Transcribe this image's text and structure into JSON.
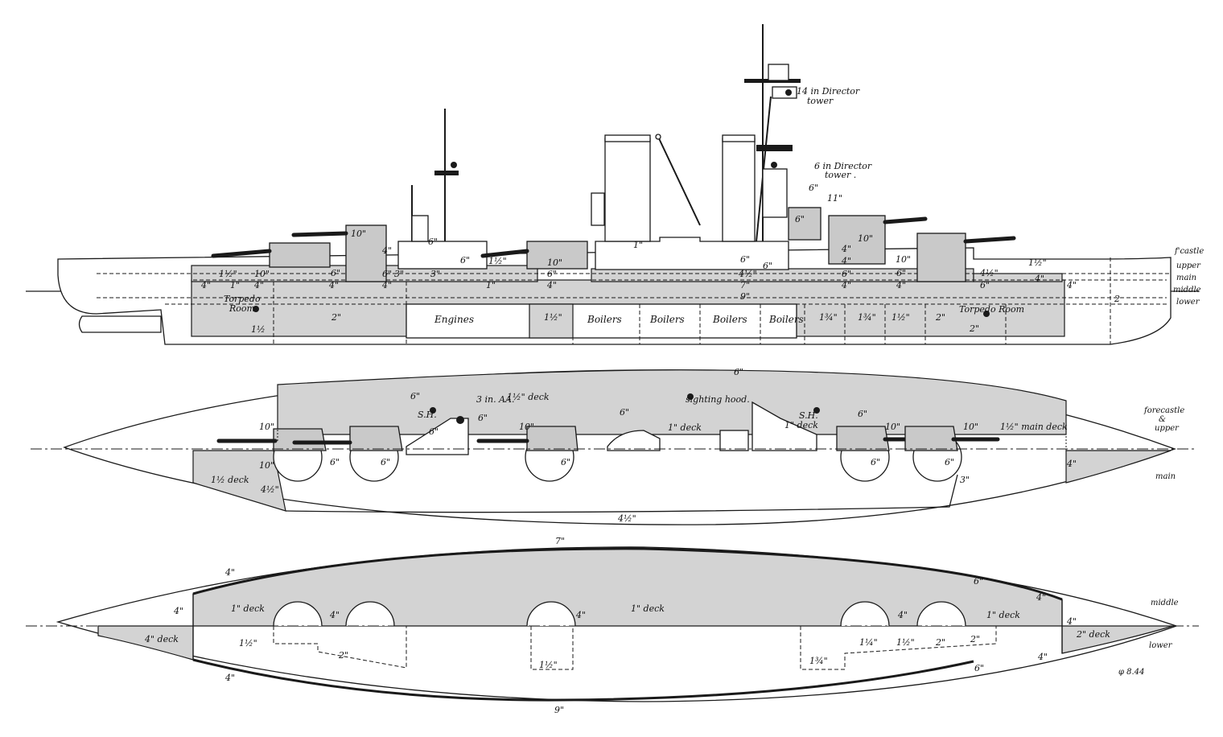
{
  "colors": {
    "background": "#ffffff",
    "ink": "#1a1a1a",
    "armour_fill": "#d3d3d3",
    "turret_fill": "#c9c9c9"
  },
  "profile": {
    "director_14in": "14 in Director",
    "director_14in_2": "tower",
    "director_6in": "6 in Director",
    "director_6in_2": "tower .",
    "torpedo_room_fwd_1": "Torpedo",
    "torpedo_room_fwd_2": "Room",
    "torpedo_room_aft": "Torpedo Room",
    "engines": "Engines",
    "boilers": [
      "Boilers",
      "Boilers",
      "Boilers",
      "Boilers"
    ],
    "deck_labels": [
      "f'castle",
      "upper",
      "main",
      "middle",
      "lower"
    ],
    "thickness": {
      "t_1_5_fwd": "1½\"",
      "t_10_a": "10\"",
      "t_4_a": "4\"",
      "t_1_a": "1\"",
      "t_4_b": "4\"",
      "t_10_b": "10\"",
      "t_6_a": "6\"",
      "t_4_c": "4\"",
      "t_4_d": "4\"",
      "t_6_b": "6\"",
      "t_3_a": "3\"",
      "t_4_e": "4\"",
      "t_6_c": "6\"",
      "t_3_b": "3\"",
      "t_6_d": "6\"",
      "t_1_5_b": "1½\"",
      "t_10_c": "10\"",
      "t_6_e": "6\"",
      "t_4_f": "4\"",
      "t_1_b": "1\"",
      "t_1_c": "1\"",
      "t_4_5": "4½\"",
      "t_7": "7\"",
      "t_9": "9\"",
      "t_6_f": "6\"",
      "t_6_g": "6\"",
      "t_6_h": "6\"",
      "t_11": "11\"",
      "t_6_i": "6\"",
      "t_4_g": "4\"",
      "t_10_d": "10\"",
      "t_4_h": "4\"",
      "t_6_j": "6\"",
      "t_4_i": "4\"",
      "t_10_e": "10\"",
      "t_6_k": "6\"",
      "t_4_j": "4\"",
      "t_4_5_b": "4½\"",
      "t_6_l": "6\"",
      "t_1_5_c": "1½\"",
      "t_4_k": "4\"",
      "t_4_l": "4\"",
      "t_2_a": "2",
      "t_2_b": "2\"",
      "t_1_5_d": "1½",
      "t_1_5_e": "1½\"",
      "t_1_75_a": "1¾\"",
      "t_1_75_b": "1¾\"",
      "t_1_5_f": "1½\"",
      "t_2_c": "2\"",
      "t_2_d": "2\""
    }
  },
  "upper_plan": {
    "deck_label_1": "forecastle",
    "deck_label_2": "&",
    "deck_label_3": "upper",
    "deck_label_4": "main",
    "labels": {
      "a": "1½\" deck",
      "b": "1\" deck",
      "c": "1\" deck",
      "d": "1½\" main deck",
      "e": "1½ deck",
      "f": "sighting hood.",
      "g": "3 in. AA.",
      "h": "S.H.",
      "i": "S.H.",
      "j": "6\"",
      "k": "6\"",
      "l": "6\"",
      "m": "6\"",
      "n": "6\"",
      "o": "6\"",
      "p": "6\"",
      "q": "6\"",
      "r": "6\"",
      "s": "6\"",
      "t": "6\"",
      "u": "10\"",
      "v": "10\"",
      "w": "10\"",
      "x": "10\"",
      "y": "10\"",
      "z": "4\"",
      "aa": "4½\"",
      "ab": "4½\"",
      "ac": "3\""
    }
  },
  "lower_plan": {
    "deck_middle": "middle",
    "deck_lower": "lower",
    "labels": {
      "a": "7\"",
      "b": "4\"",
      "c": "4\"",
      "d": "1\" deck",
      "e": "4\"",
      "f": "4\"",
      "g": "1\" deck",
      "h": "4\"",
      "i": "1\" deck",
      "j": "6\"",
      "k": "4\"",
      "l": "4\"",
      "m": "4\" deck",
      "n": "1½\"",
      "o": "2\"",
      "p": "1½\"",
      "q": "1¾\"",
      "r": "1¼\"",
      "s": "1½\"",
      "t": "2\"",
      "u": "2\"",
      "v": "2\" deck",
      "w": "4\"",
      "x": "6\"",
      "y": "4\"",
      "z": "9\""
    }
  },
  "signature": "φ 8.44"
}
